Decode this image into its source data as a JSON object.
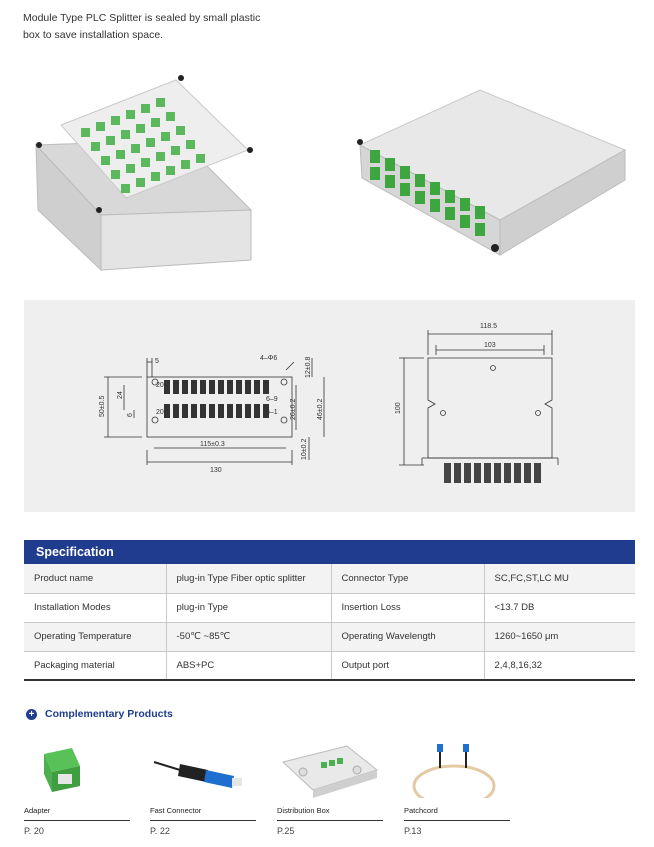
{
  "intro": {
    "line1": "Module Type PLC Splitter is sealed by small plastic",
    "line2": "box to save installation space."
  },
  "drawing_left": {
    "dim_5": "5",
    "dim_4phi6": "4–Φ6",
    "dim_12": "12±0.8",
    "dim_50": "50±0.5",
    "dim_24": "24",
    "dim_6": "6",
    "label_202": "202",
    "label_201": "201",
    "dim_26": "26±0.2",
    "dim_46": "46±0.2",
    "label_6_9": "6–9",
    "label_6_1": "6–1",
    "dim_115": "115±0.3",
    "dim_130": "130",
    "dim_10": "10±0.2"
  },
  "drawing_right": {
    "dim_118": "118.5",
    "dim_103": "103",
    "dim_100": "100"
  },
  "specification": {
    "title": "Specification",
    "rows": [
      [
        "Product name",
        "plug-in Type Fiber optic splitter",
        "Connector Type",
        "SC,FC,ST,LC MU"
      ],
      [
        "Installation Modes",
        "plug-in Type",
        "Insertion Loss",
        "<13.7 DB"
      ],
      [
        "Operating Temperature",
        "-50℃ ~85℃",
        "Operating Wavelength",
        "1260~1650 μm"
      ],
      [
        "Packaging material",
        "ABS+PC",
        "Output port",
        "2,4,8,16,32"
      ]
    ]
  },
  "complementary": {
    "title": "Complementary Products",
    "items": [
      {
        "name": "Adapter",
        "page": "P. 20"
      },
      {
        "name": "Fast Connector",
        "page": "P. 22"
      },
      {
        "name": "Distribution Box",
        "page": "P.25"
      },
      {
        "name": "Patchcord",
        "page": "P.13"
      }
    ]
  },
  "colors": {
    "header_blue": "#1f3c8e",
    "adapter_green": "#4caf50",
    "connector_blue": "#1e6fd0"
  }
}
